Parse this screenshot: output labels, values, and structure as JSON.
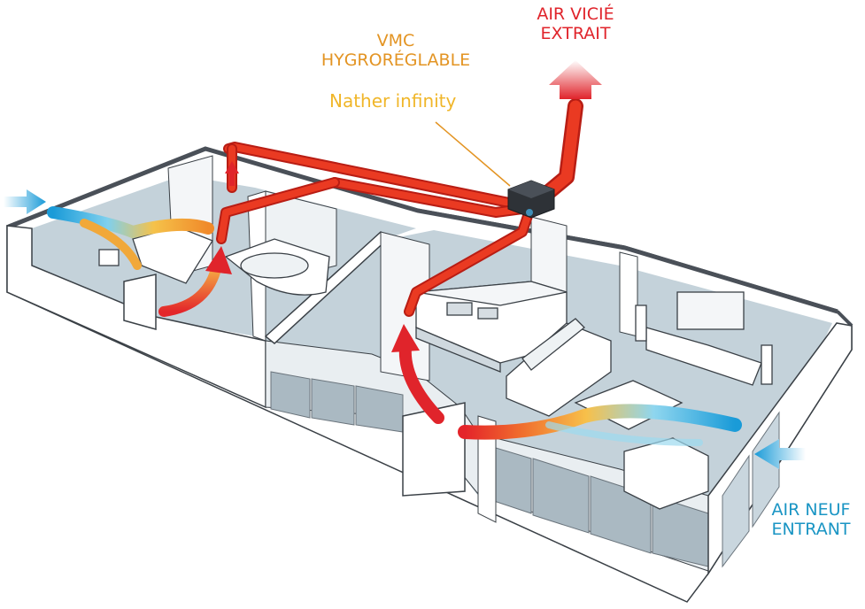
{
  "labels": {
    "exhaust_line1": "AIR VICIÉ",
    "exhaust_line2": "EXTRAIT",
    "vmc_line1": "VMC",
    "vmc_line2": "HYGRORÉGLABLE",
    "product": "Nather infinity",
    "fresh_line1": "AIR NEUF",
    "fresh_line2": "ENTRANT"
  },
  "colors": {
    "exhaust": "#e0242b",
    "duct": "#e8321f",
    "vmc_label": "#e39423",
    "product_label": "#f0b629",
    "fresh_air": "#1a95c4",
    "floor": "#c4d2da",
    "wall": "#ffffff",
    "wall_outline": "#3a4046"
  },
  "icons": {
    "vmc_unit": "ventilation-unit-icon",
    "exhaust_arrow": "up-arrow-icon",
    "fresh_air_arrow": "inflow-arrow-icon"
  }
}
